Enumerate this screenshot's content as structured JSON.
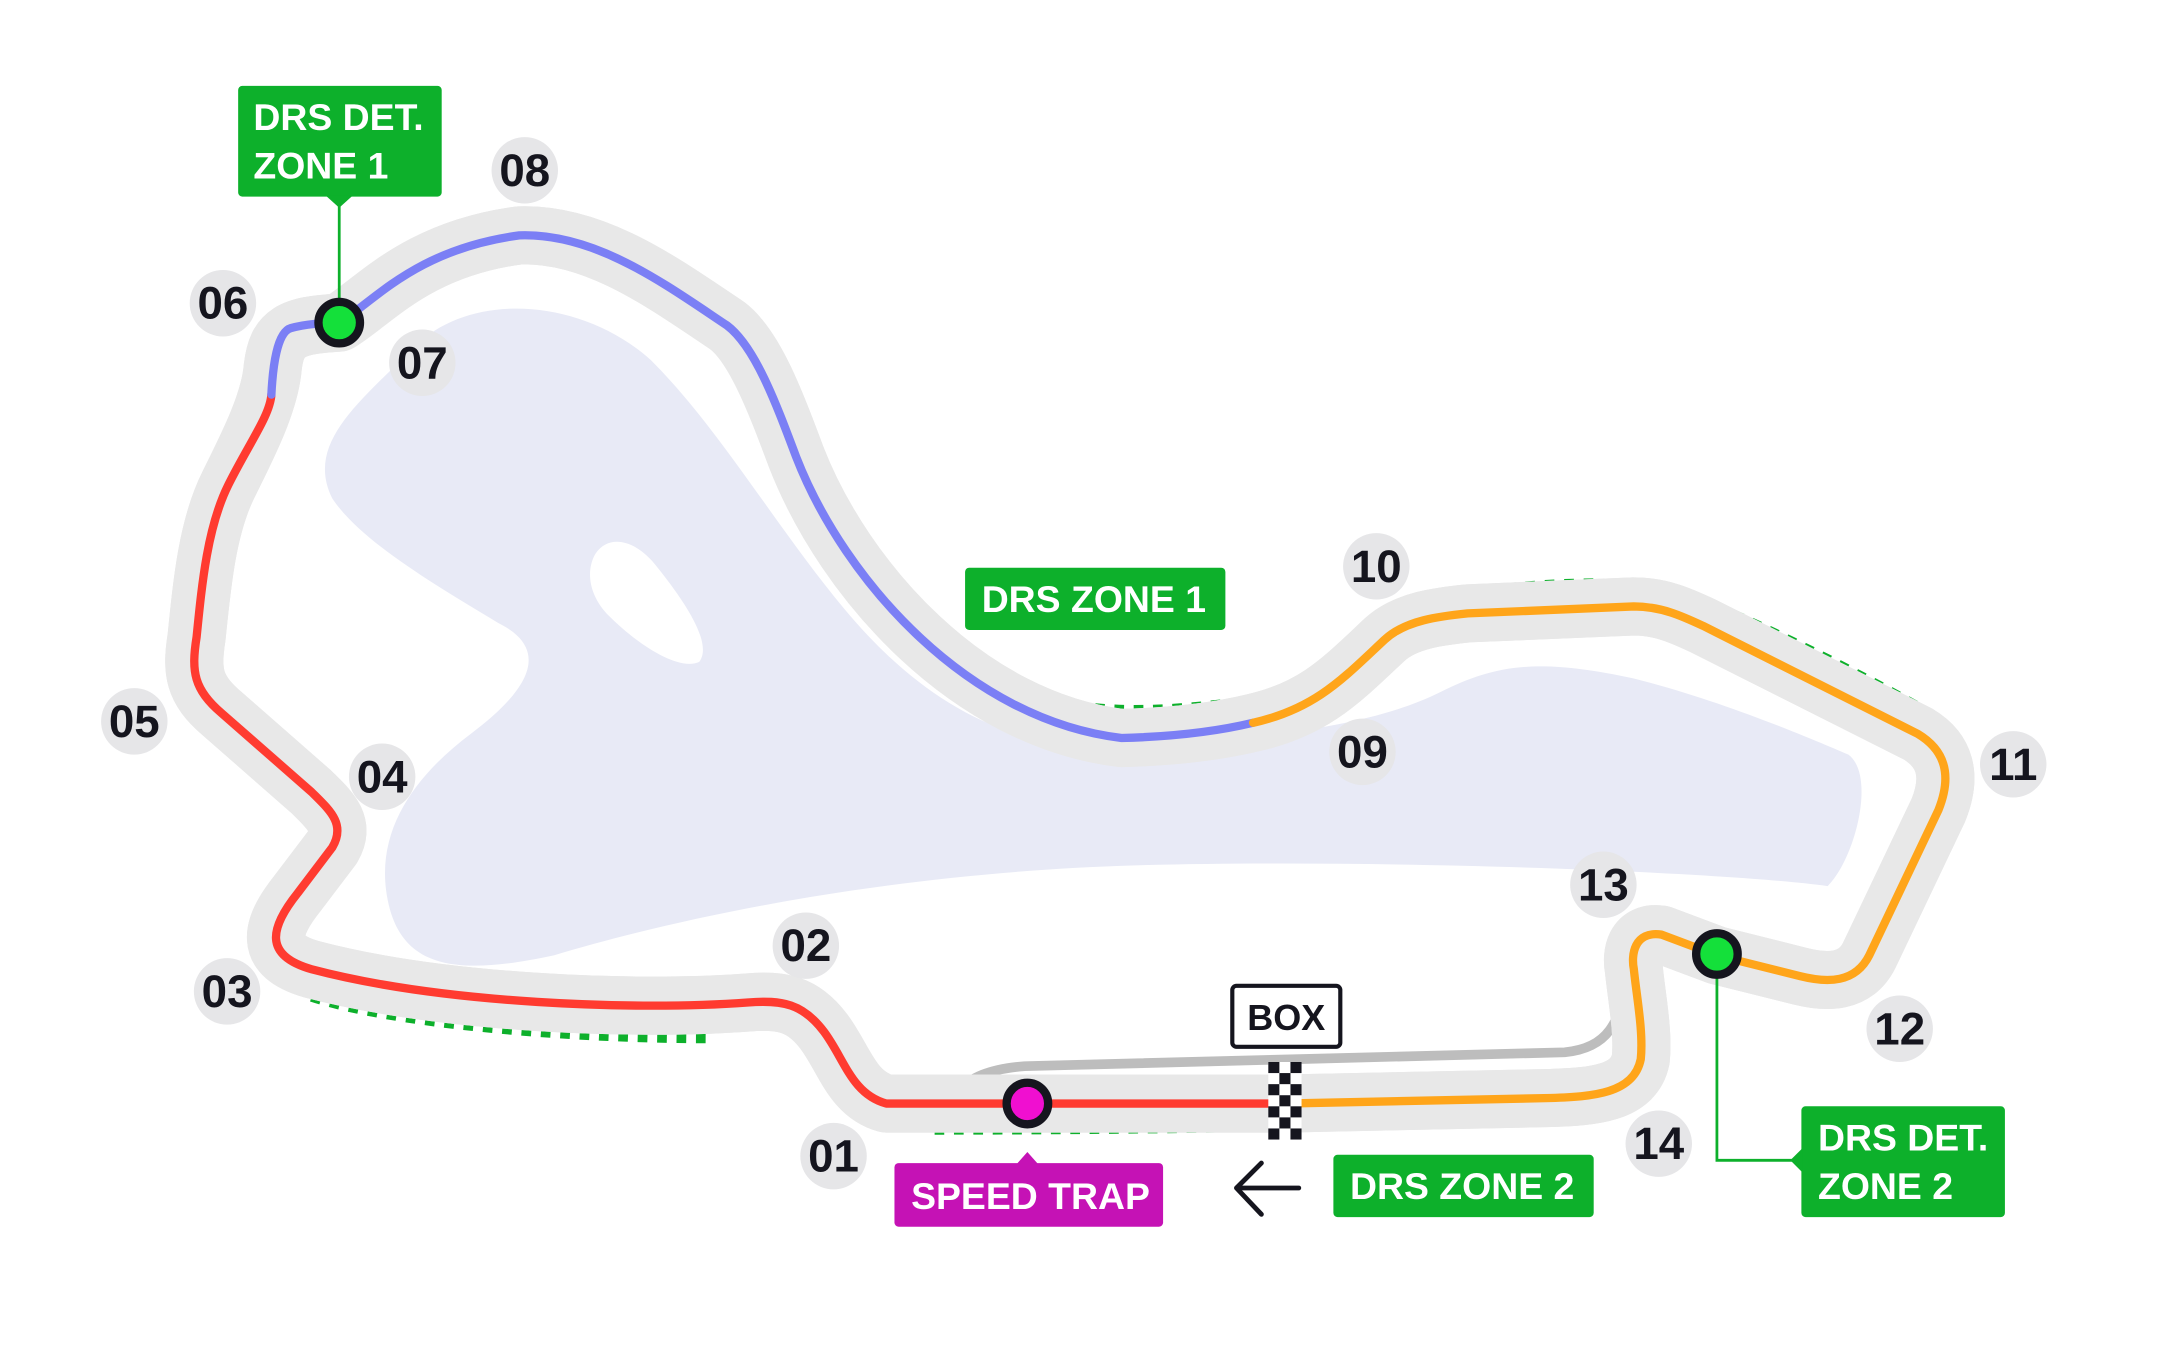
{
  "turns": [
    "01",
    "02",
    "03",
    "04",
    "05",
    "06",
    "07",
    "08",
    "09",
    "10",
    "11",
    "12",
    "13",
    "14"
  ],
  "callouts": {
    "drs_det_1": [
      "DRS DET.",
      "ZONE 1"
    ],
    "drs_det_2": [
      "DRS DET.",
      "ZONE 2"
    ],
    "drs_zone_1": "DRS ZONE 1",
    "drs_zone_2": "DRS ZONE 2",
    "speed_trap": "SPEED TRAP",
    "box": "BOX"
  },
  "colors": {
    "sector1": "#ff3b30",
    "sector2": "#7b7ff5",
    "sector3": "#ffa51a",
    "drs": "#0db02b",
    "detection": "#14e03a",
    "speed_trap": "#c512b5",
    "lake": "#e8eaf6"
  },
  "icons": {
    "direction": "arrow-left-icon",
    "finish": "checkered-flag-icon"
  }
}
